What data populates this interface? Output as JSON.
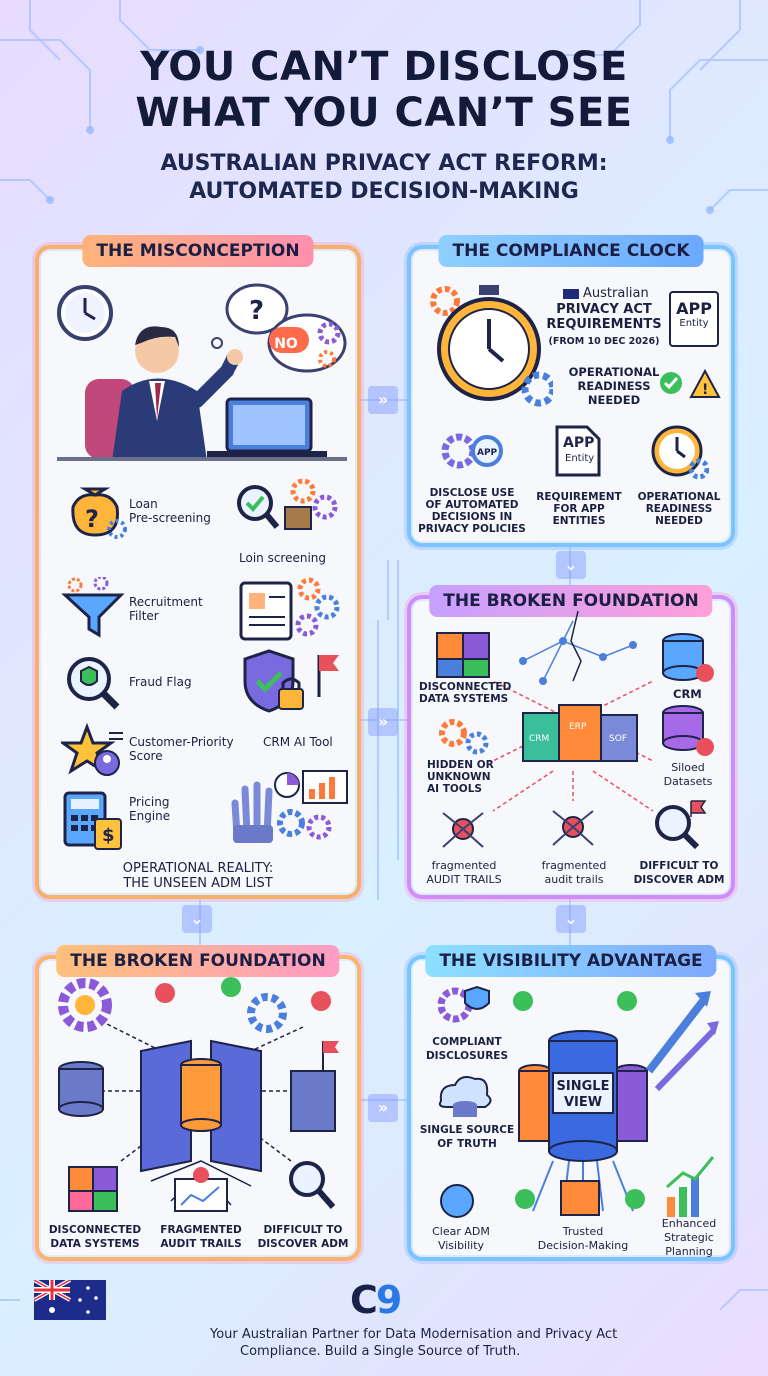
{
  "title": {
    "line1": "YOU CAN’T DISCLOSE",
    "line2": "WHAT YOU CAN’T SEE",
    "sub1": "AUSTRALIAN PRIVACY ACT REFORM:",
    "sub2": "AUTOMATED DECISION-MAKING"
  },
  "misconception": {
    "heading": "THE MISCONCEPTION",
    "bubble": "NO",
    "items": [
      {
        "label": "Loan\nPre-screening",
        "icon": "money-bag-icon"
      },
      {
        "label": "Loin screening",
        "icon": "magnifier-box-icon"
      },
      {
        "label": "Recruitment\nFilter",
        "icon": "funnel-icon"
      },
      {
        "label": "Fraud Flag",
        "icon": "shield-search-icon"
      },
      {
        "label": "Customer-Priority\nScore",
        "icon": "star-person-icon"
      },
      {
        "label": "CRM AI Tool",
        "icon": "shield-lock-icon"
      },
      {
        "label": "Pricing\nEngine",
        "icon": "calculator-icon"
      }
    ],
    "footer1": "OPERATIONAL REALITY:",
    "footer2": "THE UNSEEN ADM LIST"
  },
  "clock": {
    "heading": "THE COMPLIANCE CLOCK",
    "req_country": "Australian",
    "req_title1": "PRIVACY ACT",
    "req_title2": "REQUIREMENTS",
    "req_date": "(FROM 10 DEC 2026)",
    "app_card": "APP",
    "app_card_sub": "Entity",
    "readiness": "OPERATIONAL\nREADINESS\nNEEDED",
    "bottom": [
      {
        "label": "DISCLOSE USE\nOF AUTOMATED\nDECISIONS IN\nPRIVACY POLICIES"
      },
      {
        "label": "REQUIREMENT\nFOR APP\nENTITIES"
      },
      {
        "label": "OPERATIONAL\nREADINESS\nNEEDED"
      }
    ],
    "app_badge": "APP",
    "app_doc": "APP",
    "app_doc_sub": "Entity"
  },
  "foundation1": {
    "heading": "THE BROKEN FOUNDATION",
    "left_top": "DISCONNECTED\nDATA SYSTEMS",
    "left_mid": "HIDDEN OR\nUNKNOWN\nAI TOOLS",
    "right_top": "CRM",
    "right_mid": "Siloed\nDatasets",
    "db_labels": [
      "CRM",
      "ERP",
      "SOF"
    ],
    "bottom": [
      "fragmented\nAUDIT TRAILS",
      "fragmented\naudit trails",
      "DIFFICULT TO\nDISCOVER ADM"
    ]
  },
  "foundation2": {
    "heading": "THE BROKEN FOUNDATION",
    "bottom": [
      "DISCONNECTED\nDATA SYSTEMS",
      "FRAGMENTED\nAUDIT TRAILS",
      "DIFFICULT TO\nDISCOVER ADM"
    ]
  },
  "visibility": {
    "heading": "THE VISIBILITY ADVANTAGE",
    "left": [
      "COMPLIANT\nDISCLOSURES",
      "SINGLE SOURCE\nOF TRUTH"
    ],
    "center": "SINGLE\nVIEW",
    "bottom": [
      "Clear ADM\nVisibility",
      "Trusted\nDecision-Making",
      "Enhanced\nStrategic\nPlanning"
    ]
  },
  "footer": {
    "logo_c": "C",
    "logo_9": "9",
    "tagline1": "Your Australian Partner for Data Modernisation and Privacy Act",
    "tagline2": "Compliance. Build a Single Source of Truth."
  },
  "colors": {
    "accent_blue": "#2a78e6",
    "green_check": "#3bbf5a",
    "red_x": "#e8505b"
  }
}
